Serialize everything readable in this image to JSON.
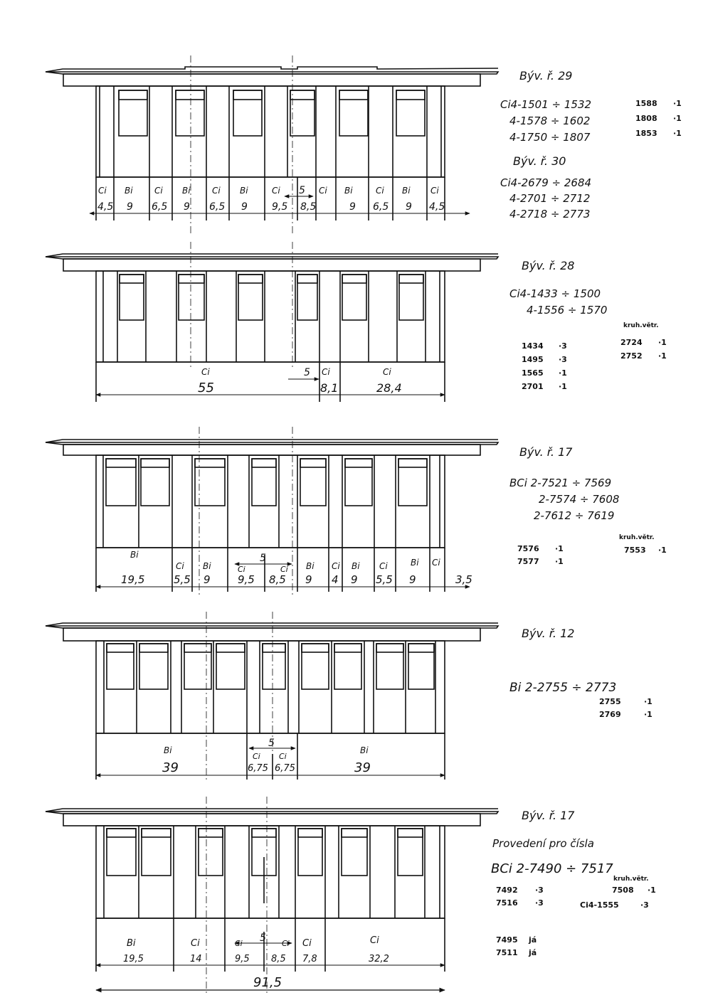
{
  "panels": [
    {
      "id": "p29",
      "title": "Býv. ř. 29",
      "lines": [
        "Ci4-1501 ÷ 1532",
        "4-1578 ÷ 1602",
        "4-1750 ÷ 1807",
        "Býv. ř. 30",
        "Ci4-2679 ÷ 2684",
        "4-2701 ÷ 2712",
        "4-2718 ÷ 2773"
      ],
      "counts": [
        {
          "num": "1588",
          "count": "·1"
        },
        {
          "num": "1808",
          "count": "·1"
        },
        {
          "num": "1853",
          "count": "·1"
        }
      ],
      "counts2": [],
      "vetr_label": "",
      "sections": [
        {
          "cls": "Ci",
          "len": "4,5"
        },
        {
          "cls": "Bi",
          "len": "9"
        },
        {
          "cls": "Ci",
          "len": "6,5"
        },
        {
          "cls": "Bi",
          "len": "9"
        },
        {
          "cls": "Ci",
          "len": "6,5"
        },
        {
          "cls": "Bi",
          "len": "9"
        },
        {
          "cls": "Ci",
          "len": "9,5"
        },
        {
          "cls": "Ci",
          "len": "8,5"
        },
        {
          "cls": "Bi",
          "len": "9"
        },
        {
          "cls": "Ci",
          "len": "6,5"
        },
        {
          "cls": "Bi",
          "len": "9"
        },
        {
          "cls": "Ci",
          "len": "4,5"
        }
      ],
      "toilet": "5",
      "total": ""
    },
    {
      "id": "p28",
      "title": "Býv. ř. 28",
      "lines": [
        "Ci4-1433 ÷ 1500",
        "4-1556 ÷ 1570"
      ],
      "counts": [
        {
          "num": "1434",
          "count": "·3"
        },
        {
          "num": "1495",
          "count": "·3"
        },
        {
          "num": "1565",
          "count": "·1"
        },
        {
          "num": "2701",
          "count": "·1"
        }
      ],
      "counts2": [
        {
          "num": "2724",
          "count": "·1"
        },
        {
          "num": "2752",
          "count": "·1"
        }
      ],
      "vetr_label": "kruh.větr.",
      "sections": [
        {
          "cls": "Ci",
          "len": "55"
        },
        {
          "cls": "Ci",
          "len": "8,1"
        },
        {
          "cls": "Ci",
          "len": "28,4"
        }
      ],
      "toilet": "5",
      "total": ""
    },
    {
      "id": "p17a",
      "title": "Býv. ř. 17",
      "lines": [
        "BCi 2-7521 ÷ 7569",
        "2-7574 ÷ 7608",
        "2-7612 ÷ 7619"
      ],
      "counts": [
        {
          "num": "7576",
          "count": "·1"
        },
        {
          "num": "7577",
          "count": "·1"
        }
      ],
      "counts2": [
        {
          "num": "7553",
          "count": "·1"
        }
      ],
      "vetr_label": "kruh.větr.",
      "sections": [
        {
          "cls": "Bi",
          "len": "19,5"
        },
        {
          "cls": "Ci",
          "len": "5,5"
        },
        {
          "cls": "Bi",
          "len": "9"
        },
        {
          "cls": "Ci",
          "len": "9,5"
        },
        {
          "cls": "Ci",
          "len": "8,5"
        },
        {
          "cls": "Bi",
          "len": "9"
        },
        {
          "cls": "Ci",
          "len": "4"
        },
        {
          "cls": "Bi",
          "len": "9"
        },
        {
          "cls": "Ci",
          "len": "5,5"
        },
        {
          "cls": "Bi",
          "len": "9"
        },
        {
          "cls": "Ci",
          "len": "3,5"
        }
      ],
      "toilet": "5",
      "total": ""
    },
    {
      "id": "p12",
      "title": "Býv. ř. 12",
      "lines": [
        "Bi 2-2755 ÷ 2773"
      ],
      "counts": [
        {
          "num": "2755",
          "count": "·1"
        },
        {
          "num": "2769",
          "count": "·1"
        }
      ],
      "counts2": [],
      "vetr_label": "",
      "sections": [
        {
          "cls": "Bi",
          "len": "39"
        },
        {
          "cls": "Ci",
          "len": "6,75"
        },
        {
          "cls": "Ci",
          "len": "6,75"
        },
        {
          "cls": "Bi",
          "len": "39"
        }
      ],
      "toilet": "5",
      "total": ""
    },
    {
      "id": "p17b",
      "title": "Býv. ř. 17",
      "lines": [
        "Provedení pro čísla",
        "BCi 2-7490 ÷ 7517"
      ],
      "counts": [
        {
          "num": "7492",
          "count": "·3"
        },
        {
          "num": "7516",
          "count": "·3"
        },
        {
          "num": "7495",
          "count": "já"
        },
        {
          "num": "7511",
          "count": "já"
        }
      ],
      "counts2": [
        {
          "num": "7508",
          "count": "·1"
        },
        {
          "num": "Ci4-1555",
          "count": "·3"
        }
      ],
      "vetr_label": "kruh.větr.",
      "sections": [
        {
          "cls": "Bi",
          "len": "19,5"
        },
        {
          "cls": "Ci",
          "len": "14"
        },
        {
          "cls": "Ci",
          "len": "9,5"
        },
        {
          "cls": "Ci",
          "len": "8,5"
        },
        {
          "cls": "Ci",
          "len": "7,8"
        },
        {
          "cls": "Ci",
          "len": "32,2"
        }
      ],
      "toilet": "5",
      "total": "91,5"
    }
  ]
}
